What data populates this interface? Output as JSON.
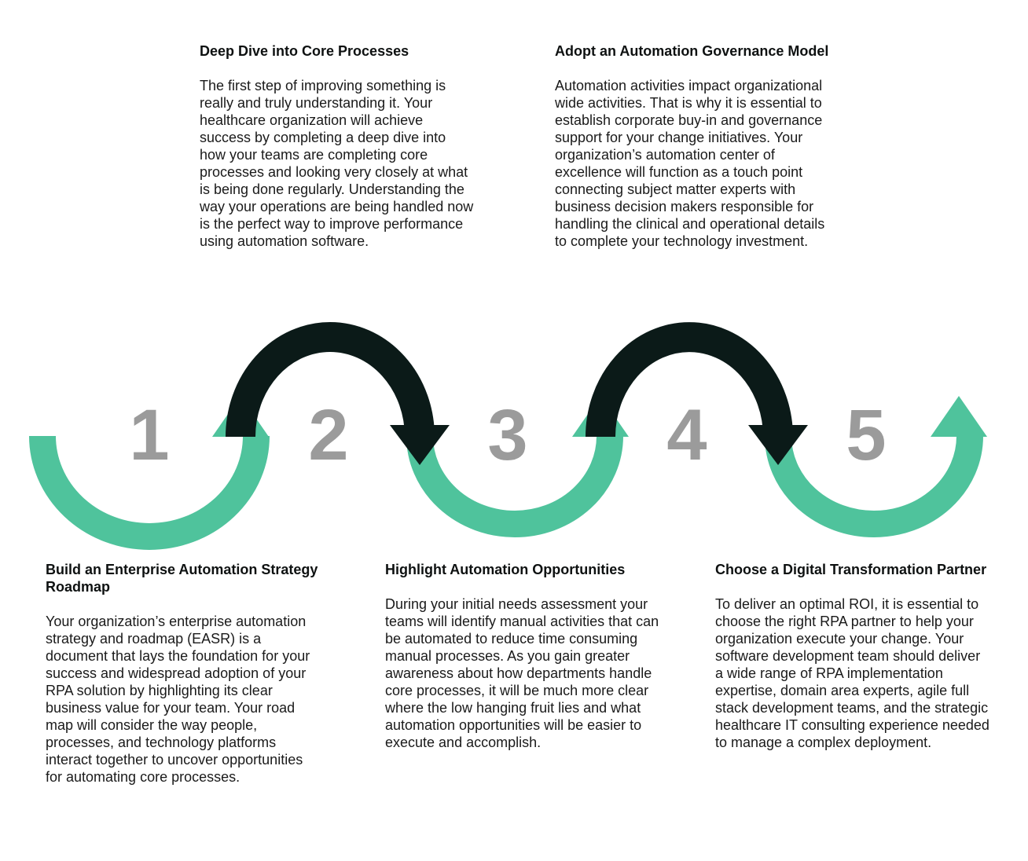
{
  "colors": {
    "green": "#4fc39c",
    "dark": "#0b1a18",
    "number": "#9b9b9b"
  },
  "numbers": [
    "1",
    "2",
    "3",
    "4",
    "5"
  ],
  "steps": [
    {
      "title": "Build an Enterprise Automation Strategy Roadmap",
      "text": "Your organization’s enterprise automation strategy and roadmap (EASR) is a document that lays the foundation for your success and widespread adoption of your RPA solution by highlighting its clear business value for your  team. Your road map will consider the way people, processes, and technology platforms interact together to uncover opportunities for automating core processes."
    },
    {
      "title": "Deep Dive into Core Processes",
      "text": "The first step of improving something is really and truly understanding it. Your healthcare organization will achieve success by completing a deep dive into how your teams are completing core processes and looking very closely at what is being done regularly. Understanding the way your operations are being handled now is the perfect way to improve performance using automation software."
    },
    {
      "title": "Highlight Automation Opportunities",
      "text": "During your initial needs assessment your teams will identify manual activities that can be automated to reduce time consuming manual processes. As you gain greater awareness about how departments handle core processes, it will be much more clear where the low hanging fruit lies and what automation opportunities will be easier to execute and accomplish."
    },
    {
      "title": "Adopt an Automation Governance Model",
      "text": "Automation activities impact organizational wide activities. That is why it is essential to establish corporate buy-in and governance support for your change initiatives. Your organization’s automation center of excellence will function as a touch point connecting subject matter experts with business decision makers responsible for handling the clinical and operational details to complete your technology investment."
    },
    {
      "title": "Choose a Digital Transformation Partner",
      "text": "To deliver an optimal ROI, it is essential to choose the right RPA partner to help your organization execute your change. Your software development team should deliver a wide range of RPA implementation expertise, domain area experts, agile full stack development teams, and the strategic healthcare IT consulting experience needed to manage a complex deployment."
    }
  ]
}
